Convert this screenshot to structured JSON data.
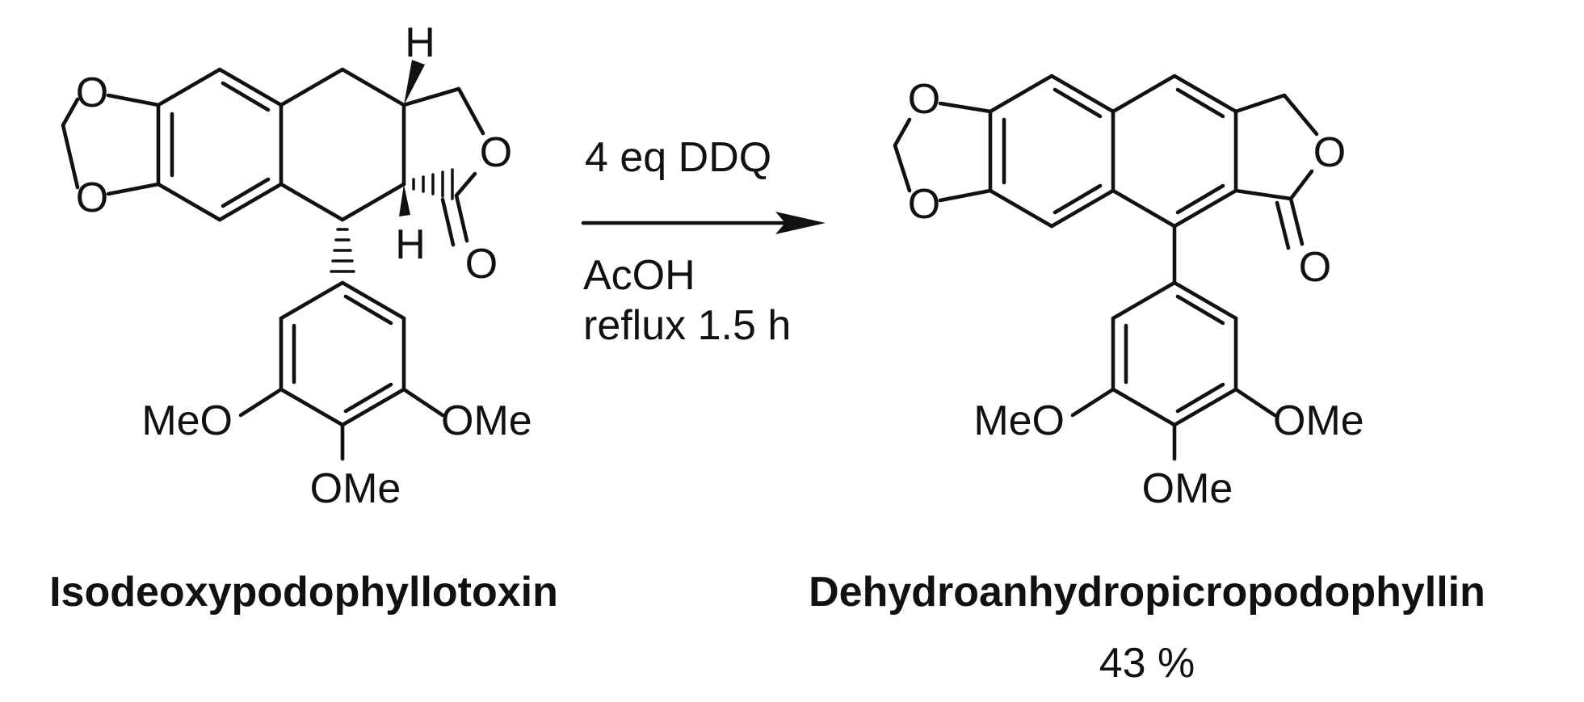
{
  "reaction": {
    "reagent": "4 eq DDQ",
    "solvent": "AcOH",
    "condition": "reflux  1.5 h"
  },
  "starting_material": {
    "name": "Isodeoxypodophyllotoxin",
    "labels": {
      "o_diox_top": "O",
      "o_diox_bot": "O",
      "o_lactone": "O",
      "o_carbonyl": "O",
      "h_top": "H",
      "h_bot": "H",
      "ome_left": "MeO",
      "ome_right": "OMe",
      "ome_bottom": "OMe"
    }
  },
  "product": {
    "name": "Dehydroanhydropicropodophyllin",
    "yield": "43 %",
    "labels": {
      "o_diox_top": "O",
      "o_diox_bot": "O",
      "o_lactone": "O",
      "o_carbonyl": "O",
      "ome_left": "MeO",
      "ome_right": "OMe",
      "ome_bottom": "OMe"
    }
  }
}
